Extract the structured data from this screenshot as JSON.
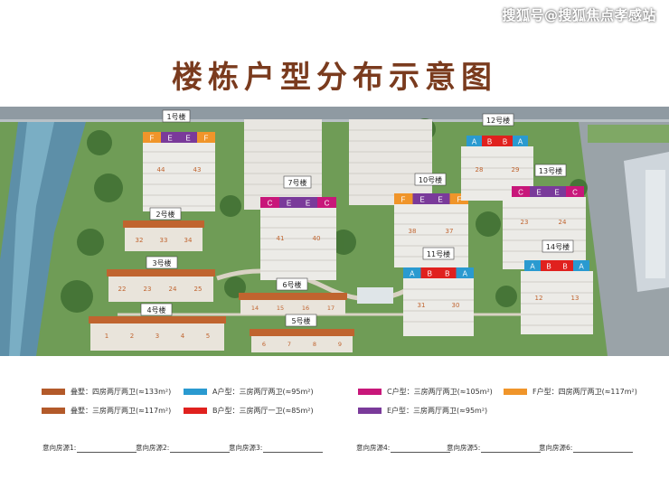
{
  "watermark": "搜狐号@搜狐焦点孝感站",
  "title": "楼栋户型分布示意图",
  "buildings": {
    "b1": {
      "label": "1号楼",
      "units": [
        "F",
        "E",
        "E",
        "F"
      ],
      "numbers": [
        "44",
        "43"
      ]
    },
    "b2": {
      "label": "2号楼",
      "numbers": [
        "32",
        "33",
        "34"
      ]
    },
    "b3": {
      "label": "3号楼",
      "numbers": [
        "22",
        "23",
        "24",
        "25"
      ]
    },
    "b4": {
      "label": "4号楼",
      "numbers": [
        "1",
        "2",
        "3",
        "4",
        "5"
      ]
    },
    "b5": {
      "label": "5号楼",
      "numbers": [
        "6",
        "7",
        "8",
        "9"
      ]
    },
    "b6": {
      "label": "6号楼",
      "numbers": [
        "14",
        "15",
        "16",
        "17"
      ]
    },
    "b7": {
      "label": "7号楼",
      "units": [
        "C",
        "E",
        "E",
        "C"
      ],
      "numbers": [
        "41",
        "40"
      ]
    },
    "b10": {
      "label": "10号楼",
      "units": [
        "F",
        "E",
        "E",
        "F"
      ],
      "numbers": [
        "38",
        "37"
      ]
    },
    "b11": {
      "label": "11号楼",
      "units": [
        "A",
        "B",
        "B",
        "A"
      ],
      "numbers": [
        "31",
        "30"
      ]
    },
    "b12": {
      "label": "12号楼",
      "units": [
        "A",
        "B",
        "B",
        "A"
      ],
      "numbers": [
        "28",
        "29"
      ]
    },
    "b13": {
      "label": "13号楼",
      "units": [
        "C",
        "E",
        "E",
        "C"
      ],
      "numbers": [
        "23",
        "24"
      ]
    },
    "b14": {
      "label": "14号楼",
      "units": [
        "A",
        "B",
        "B",
        "A"
      ],
      "numbers": [
        "12",
        "13"
      ]
    }
  },
  "legend": [
    {
      "color": "#b35a2a",
      "text": "叠墅：四房两厅两卫(≈133m²)"
    },
    {
      "color": "#b35a2a",
      "text": "叠墅：三房两厅两卫(≈117m²)"
    },
    {
      "color": "#2a9ad0",
      "text": "A户型：三房两厅两卫(≈95m²)"
    },
    {
      "color": "#e0211e",
      "text": "B户型：三房两厅一卫(≈85m²)"
    },
    {
      "color": "#c8177a",
      "text": "C户型：三房两厅两卫(≈105m²)"
    },
    {
      "color": "#7a3a9a",
      "text": "E户型：三房两厅两卫(≈95m²)"
    },
    {
      "color": "#f0952a",
      "text": "F户型：四房两厅两卫(≈117m²)"
    }
  ],
  "fields": [
    "意向房源1:",
    "意向房源2:",
    "意向房源3:",
    "意向房源4:",
    "意向房源5:",
    "意向房源6:"
  ],
  "colors": {
    "A": "#2a9ad0",
    "B": "#e0211e",
    "C": "#c8177a",
    "E": "#7a3a9a",
    "F": "#f0952a",
    "villa_roof": "#c0642f",
    "title": "#7a3b1e"
  }
}
